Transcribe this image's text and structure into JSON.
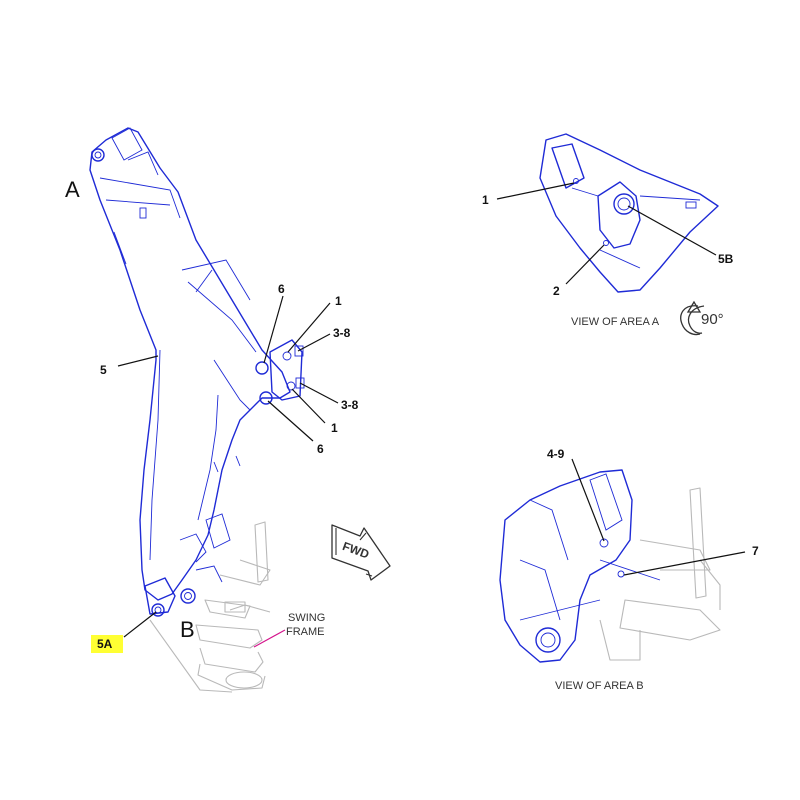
{
  "callouts": {
    "c1_view_a": "1",
    "c2_view_a": "2",
    "c5b": "5B",
    "c6_top": "6",
    "c1_top": "1",
    "c3_8_top": "3-8",
    "c5": "5",
    "c3_8_bottom": "3-8",
    "c1_bottom": "1",
    "c6_bottom": "6",
    "c4_9": "4-9",
    "c7": "7",
    "c5a": "5A"
  },
  "area_letters": {
    "a": "A",
    "b": "B"
  },
  "captions": {
    "view_of_area_a": "VIEW OF AREA A",
    "view_of_area_b": "VIEW OF AREA B",
    "swing_frame_line1": "SWING",
    "swing_frame_line2": "FRAME"
  },
  "rotation_label": "90°",
  "fwd_label": "FWD",
  "highlight_color": "#ffff33",
  "part_color": "#1f2bd6"
}
